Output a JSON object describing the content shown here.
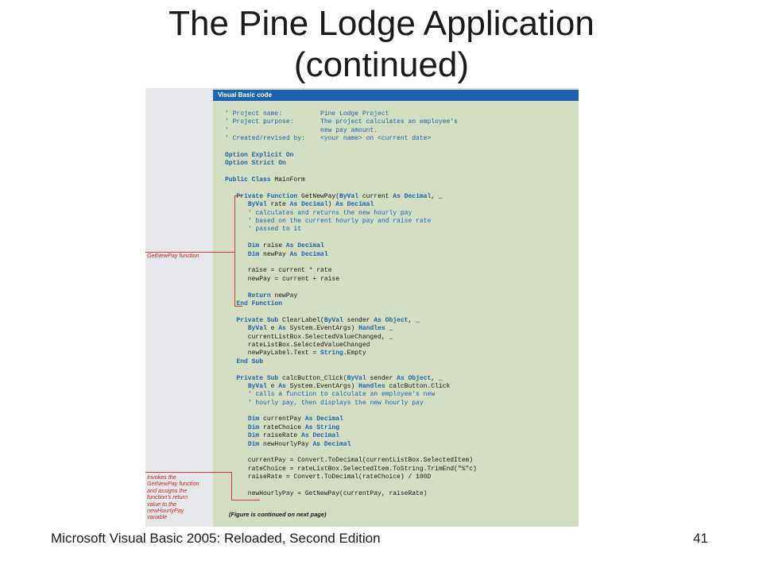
{
  "slide": {
    "title_line1": "The Pine Lodge Application",
    "title_line2": "(continued)",
    "footer": "Microsoft Visual Basic 2005: Reloaded, Second Edition",
    "page_number": "41"
  },
  "figure": {
    "header": "Visual Basic code",
    "note": "(Figure is continued on next page)",
    "annotations": {
      "getnewpay": "GetNewPay function",
      "invokes": [
        "Invokes the",
        "GetNewPay function",
        "and assigns the",
        "function’s return",
        "value to the",
        "newHourlyPay",
        "variable"
      ]
    }
  },
  "code_lines": [
    [
      [
        "cm",
        "' Project name:          Pine Lodge Project"
      ]
    ],
    [
      [
        "cm",
        "' Project purpose:       The project calculates an employee's"
      ]
    ],
    [
      [
        "cm",
        "'                        new pay amount."
      ]
    ],
    [
      [
        "cm",
        "' Created/revised by:    <your name> on <current date>"
      ]
    ],
    [],
    [
      [
        "kw",
        "Option Explicit On"
      ]
    ],
    [
      [
        "kw",
        "Option Strict On"
      ]
    ],
    [],
    [
      [
        "kw",
        "Public Class "
      ],
      [
        "tx",
        "MainForm"
      ]
    ],
    [],
    [
      [
        "tx",
        "   "
      ],
      [
        "kw",
        "Private Function "
      ],
      [
        "tx",
        "GetNewPay("
      ],
      [
        "kw",
        "ByVal "
      ],
      [
        "tx",
        "current "
      ],
      [
        "kw",
        "As Decimal"
      ],
      [
        "tx",
        ", _"
      ]
    ],
    [
      [
        "tx",
        "      "
      ],
      [
        "kw",
        "ByVal "
      ],
      [
        "tx",
        "rate "
      ],
      [
        "kw",
        "As Decimal"
      ],
      [
        "tx",
        ") "
      ],
      [
        "kw",
        "As Decimal"
      ]
    ],
    [
      [
        "tx",
        "      "
      ],
      [
        "cm",
        "' calculates and returns the new hourly pay"
      ]
    ],
    [
      [
        "tx",
        "      "
      ],
      [
        "cm",
        "' based on the current hourly pay and raise rate"
      ]
    ],
    [
      [
        "tx",
        "      "
      ],
      [
        "cm",
        "' passed to it"
      ]
    ],
    [],
    [
      [
        "tx",
        "      "
      ],
      [
        "kw",
        "Dim "
      ],
      [
        "tx",
        "raise "
      ],
      [
        "kw",
        "As Decimal"
      ]
    ],
    [
      [
        "tx",
        "      "
      ],
      [
        "kw",
        "Dim "
      ],
      [
        "tx",
        "newPay "
      ],
      [
        "kw",
        "As Decimal"
      ]
    ],
    [],
    [
      [
        "tx",
        "      raise = current * rate"
      ]
    ],
    [
      [
        "tx",
        "      newPay = current + raise"
      ]
    ],
    [],
    [
      [
        "tx",
        "      "
      ],
      [
        "kw",
        "Return "
      ],
      [
        "tx",
        "newPay"
      ]
    ],
    [
      [
        "tx",
        "   "
      ],
      [
        "kw",
        "End Function"
      ]
    ],
    [],
    [
      [
        "tx",
        "   "
      ],
      [
        "kw",
        "Private Sub "
      ],
      [
        "tx",
        "ClearLabel("
      ],
      [
        "kw",
        "ByVal "
      ],
      [
        "tx",
        "sender "
      ],
      [
        "kw",
        "As Object"
      ],
      [
        "tx",
        ", _"
      ]
    ],
    [
      [
        "tx",
        "      "
      ],
      [
        "kw",
        "ByVal "
      ],
      [
        "tx",
        "e "
      ],
      [
        "kw",
        "As "
      ],
      [
        "tx",
        "System.EventArgs) "
      ],
      [
        "kw",
        "Handles "
      ],
      [
        "tx",
        "_"
      ]
    ],
    [
      [
        "tx",
        "      currentListBox.SelectedValueChanged, _"
      ]
    ],
    [
      [
        "tx",
        "      rateListBox.SelectedValueChanged"
      ]
    ],
    [
      [
        "tx",
        "      newPayLabel.Text = "
      ],
      [
        "kw",
        "String"
      ],
      [
        "tx",
        ".Empty"
      ]
    ],
    [
      [
        "tx",
        "   "
      ],
      [
        "kw",
        "End Sub"
      ]
    ],
    [],
    [
      [
        "tx",
        "   "
      ],
      [
        "kw",
        "Private Sub "
      ],
      [
        "tx",
        "calcButton_Click("
      ],
      [
        "kw",
        "ByVal "
      ],
      [
        "tx",
        "sender "
      ],
      [
        "kw",
        "As Object"
      ],
      [
        "tx",
        ", _"
      ]
    ],
    [
      [
        "tx",
        "      "
      ],
      [
        "kw",
        "ByVal "
      ],
      [
        "tx",
        "e "
      ],
      [
        "kw",
        "As "
      ],
      [
        "tx",
        "System.EventArgs) "
      ],
      [
        "kw",
        "Handles "
      ],
      [
        "tx",
        "calcButton.Click"
      ]
    ],
    [
      [
        "tx",
        "      "
      ],
      [
        "cm",
        "' calls a function to calculate an employee's new"
      ]
    ],
    [
      [
        "tx",
        "      "
      ],
      [
        "cm",
        "' hourly pay, then displays the new hourly pay"
      ]
    ],
    [],
    [
      [
        "tx",
        "      "
      ],
      [
        "kw",
        "Dim "
      ],
      [
        "tx",
        "currentPay "
      ],
      [
        "kw",
        "As Decimal"
      ]
    ],
    [
      [
        "tx",
        "      "
      ],
      [
        "kw",
        "Dim "
      ],
      [
        "tx",
        "rateChoice "
      ],
      [
        "kw",
        "As String"
      ]
    ],
    [
      [
        "tx",
        "      "
      ],
      [
        "kw",
        "Dim "
      ],
      [
        "tx",
        "raiseRate "
      ],
      [
        "kw",
        "As Decimal"
      ]
    ],
    [
      [
        "tx",
        "      "
      ],
      [
        "kw",
        "Dim "
      ],
      [
        "tx",
        "newHourlyPay "
      ],
      [
        "kw",
        "As Decimal"
      ]
    ],
    [],
    [
      [
        "tx",
        "      currentPay = Convert.ToDecimal(currentListBox.SelectedItem)"
      ]
    ],
    [
      [
        "tx",
        "      rateChoice = rateListBox.SelectedItem.ToString.TrimEnd(\"%\"c)"
      ]
    ],
    [
      [
        "tx",
        "      raiseRate = Convert.ToDecimal(rateChoice) / 100D"
      ]
    ],
    [],
    [
      [
        "tx",
        "      newHourlyPay = GetNewPay(currentPay, raiseRate)"
      ]
    ]
  ],
  "colors": {
    "keyword": "#1f63b0",
    "annotation": "#c62828",
    "code_background": "#d2ddc1",
    "header_bar": "#1f63b0"
  }
}
